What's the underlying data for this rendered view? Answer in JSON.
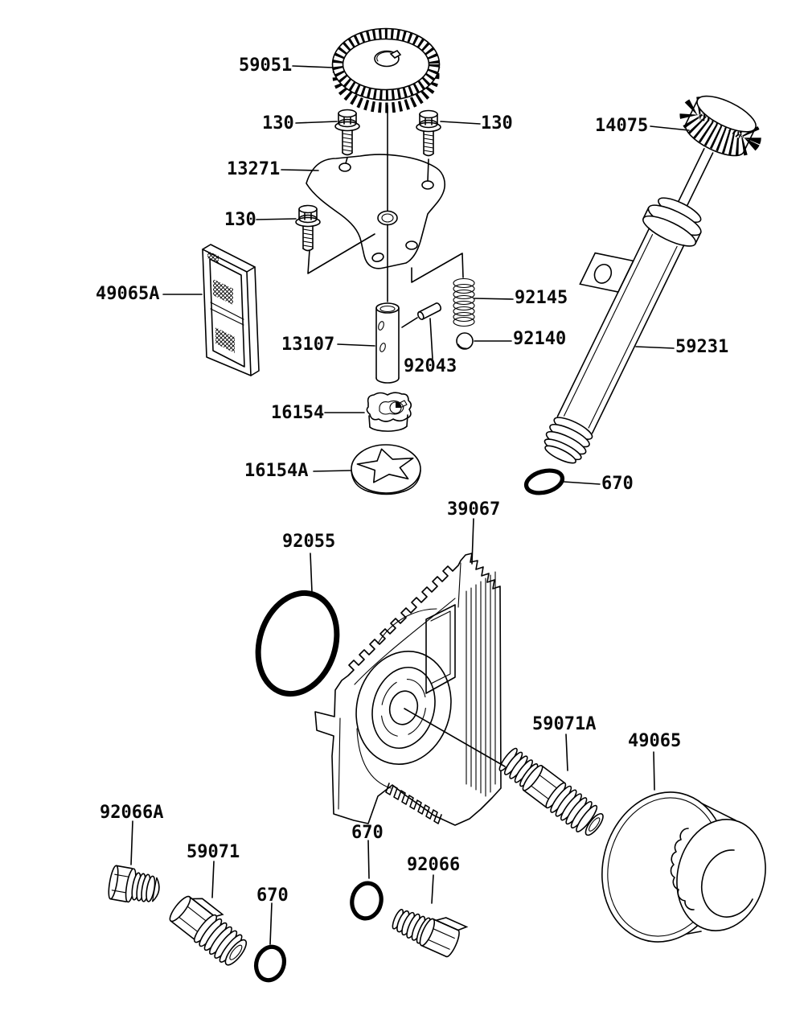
{
  "page": {
    "background": "#ffffff",
    "ink": "#000000"
  },
  "diagram_labels": {
    "gear": "59051",
    "bolt_top_left": "130",
    "bolt_top_right": "130",
    "plate": "13271",
    "bolt_left": "130",
    "screen": "49065A",
    "shaft": "13107",
    "pin": "92043",
    "spring": "92145",
    "ball": "92140",
    "cap": "14075",
    "tube": "59231",
    "oring_tube": "670",
    "inner_rotor": "16154",
    "outer_rotor": "16154A",
    "cover": "39067",
    "oring_cover": "92055",
    "union_fitting": "59071A",
    "oil_filter": "49065",
    "plug_small": "92066A",
    "fitting": "59071",
    "oring_bottom_left": "670",
    "oring_bottom_mid": "670",
    "plug": "92066"
  }
}
